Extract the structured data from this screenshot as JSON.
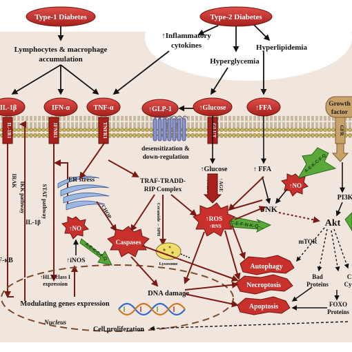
{
  "top": {
    "type1": "Type-1 Diabetes",
    "type2": "Type-2 Diabetes",
    "lymph_line1": "Lymphocytes & macrophage",
    "lymph_line2": "accumulation",
    "inflam_line1": "↑Inflammatory",
    "inflam_line2": "cytokines",
    "hyperlipidemia": "Hyperlipidemia",
    "hyperglycemia": "Hyperglycemia"
  },
  "cytokines": {
    "il1b": "IL-1β",
    "ifna": "IFN-α",
    "tnfa": "TNF-α",
    "glp1": "↑GLP-1",
    "glucose": "↑Glucose",
    "ffa": "↑FFA",
    "growth_line1": "Growth",
    "growth_line2": "factor"
  },
  "receptors": {
    "il1r1": "IL-1R1",
    "ifnr1": "IFNR1",
    "tnfr1": "TNFR1",
    "glut": "GLUT",
    "gfr": "GFR"
  },
  "labels": {
    "desens_line1": "desensitization &",
    "desens_line2": "down-regulation",
    "glucose_in": "↑Glucose",
    "ffa_in": "↑ FFA",
    "nadph": "↑NADPH",
    "age": "↑AGE",
    "jnk": "JNK",
    "no_right": "↑NO",
    "akt": "Akt",
    "pi3k": "PI3K",
    "irak": "IRAK",
    "ikk": "IKK pathway",
    "nfkb": "F-κB",
    "il1b_inner": "IL-1β",
    "stat": "STAT pathway",
    "er_stress": "ER stress",
    "chop": "CHOP",
    "traf_line1": "TRAF-TRADD-",
    "traf_line2": "RIP Complex",
    "ceramide": "Ceramide ←SPH",
    "ros": "↑ROS",
    "rns": "↑RNS",
    "caspases": "Caspases",
    "lysosome": "Lysosome",
    "no_left": "↑NO",
    "inos": "↑iNOS",
    "hla_line1": "↑HLA class I",
    "hla_line2": "expression",
    "modulating": "Modulating genes expression",
    "nucleus": "Nucleus",
    "dna_damage": "DNA damage",
    "cell_prolif": "Cell proliferation",
    "autophagy": "Autophagy",
    "necroptosis": "Necroptosis",
    "apoptosis": "Apoptosis",
    "mtor": "mTOR",
    "bad_line1": "Bad",
    "bad_line2": "Proteins",
    "foxo_line1": "FOXO",
    "foxo_line2": "Proteins",
    "cy_line1": "C",
    "cy_line2": "Cy"
  },
  "inhibitors": {
    "green_left": "A-E-K-C-F-Q",
    "green_right_top": "A-E-K-C-F-Q",
    "green_center": "C-E-F-N-K-Q-..."
  },
  "colors": {
    "pill_red": "#c8302c",
    "dark_red": "#7a1a14",
    "membrane": "#a89a4a",
    "green": "#5aa83a",
    "tan": "#c9a26a",
    "cell_bg": "#f2e8e0"
  }
}
